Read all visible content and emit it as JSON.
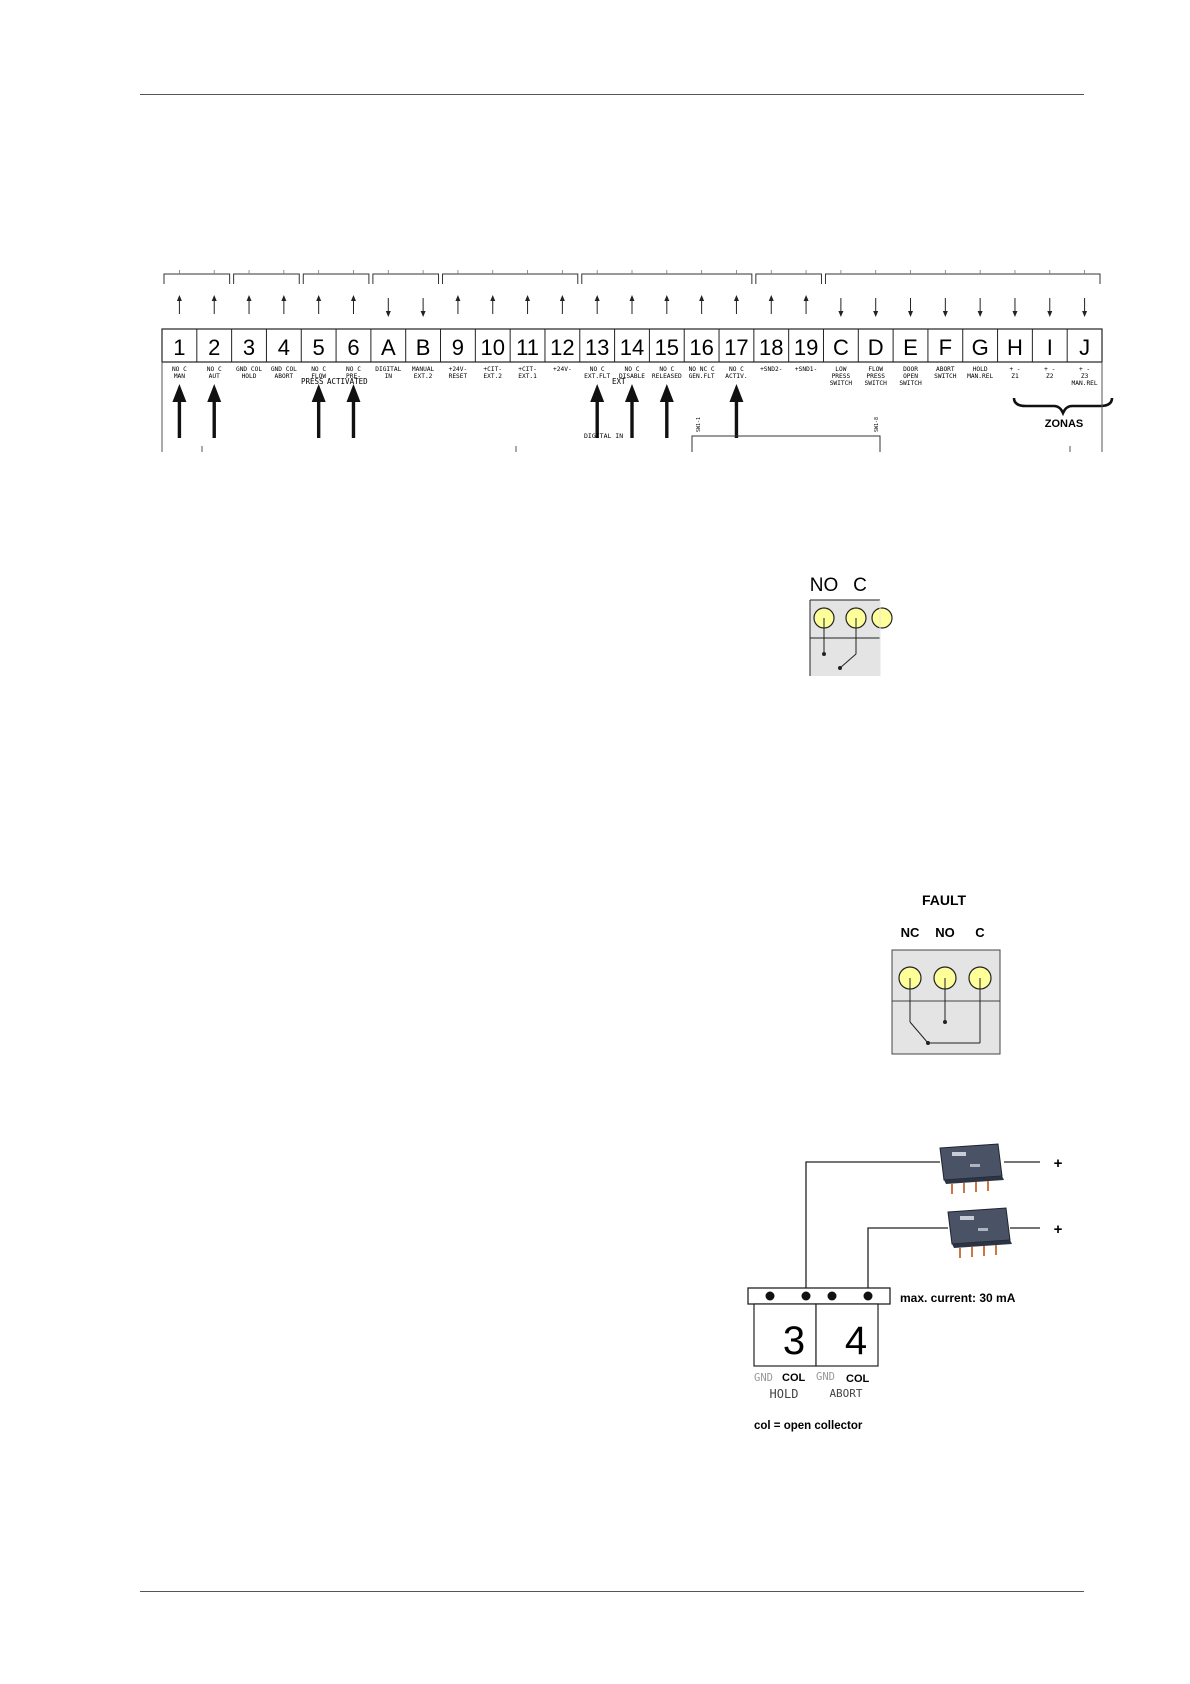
{
  "terminal_strip": {
    "terminals": [
      {
        "id": "1",
        "dir": "in",
        "label": [
          "NO C",
          "MAN"
        ]
      },
      {
        "id": "2",
        "dir": "in",
        "label": [
          "NO C",
          "AUT"
        ]
      },
      {
        "id": "3",
        "dir": "in",
        "label": [
          "GND COL",
          "HOLD"
        ]
      },
      {
        "id": "4",
        "dir": "in",
        "label": [
          "GND COL",
          "ABORT"
        ]
      },
      {
        "id": "5",
        "dir": "in",
        "label": [
          "NO C",
          "FLOW"
        ]
      },
      {
        "id": "6",
        "dir": "in",
        "label": [
          "NO C",
          "PRE-"
        ]
      },
      {
        "id": "A",
        "dir": "out",
        "label": [
          "DIGITAL",
          "IN"
        ]
      },
      {
        "id": "B",
        "dir": "out",
        "label": [
          "MANUAL",
          "EXT.2"
        ]
      },
      {
        "id": "9",
        "dir": "in",
        "label": [
          "+24V-",
          "RESET"
        ]
      },
      {
        "id": "10",
        "dir": "in",
        "label": [
          "+CIT-",
          "EXT.2"
        ]
      },
      {
        "id": "11",
        "dir": "in",
        "label": [
          "+CIT-",
          "EXT.1"
        ]
      },
      {
        "id": "12",
        "dir": "in",
        "label": [
          "+24V-",
          ""
        ]
      },
      {
        "id": "13",
        "dir": "in",
        "label": [
          "NO C",
          "EXT.FLT"
        ]
      },
      {
        "id": "14",
        "dir": "in",
        "label": [
          "NO C",
          "DISABLE"
        ]
      },
      {
        "id": "15",
        "dir": "in",
        "label": [
          "NO C",
          "RELEASED"
        ]
      },
      {
        "id": "16",
        "dir": "in",
        "label": [
          "NO NC C",
          "GEN.FLT"
        ]
      },
      {
        "id": "17",
        "dir": "in",
        "label": [
          "NO C",
          "ACTIV."
        ]
      },
      {
        "id": "18",
        "dir": "in",
        "label": [
          "+SND2-",
          ""
        ]
      },
      {
        "id": "19",
        "dir": "in",
        "label": [
          "+SND1-",
          ""
        ]
      },
      {
        "id": "C",
        "dir": "out",
        "label": [
          "LOW",
          "PRESS",
          "SWITCH"
        ]
      },
      {
        "id": "D",
        "dir": "out",
        "label": [
          "FLOW",
          "PRESS",
          "SWITCH"
        ]
      },
      {
        "id": "E",
        "dir": "out",
        "label": [
          "DOOR",
          "OPEN",
          "SWITCH"
        ]
      },
      {
        "id": "F",
        "dir": "out",
        "label": [
          "ABORT",
          "SWITCH"
        ]
      },
      {
        "id": "G",
        "dir": "out",
        "label": [
          "HOLD",
          "MAN.REL"
        ]
      },
      {
        "id": "H",
        "dir": "out",
        "label": [
          "+  -",
          "Z1"
        ]
      },
      {
        "id": "I",
        "dir": "out",
        "label": [
          "+  -",
          "Z2"
        ]
      },
      {
        "id": "J",
        "dir": "out",
        "label": [
          "+  -",
          "Z3",
          "MAN.REL"
        ]
      }
    ],
    "press_label": "PRESS",
    "activated_label": "ACTIVATED",
    "ext_label": "EXT",
    "digital_in_label": "DIGITAL IN",
    "zonas_label": "ZONAS",
    "sw1_label": "SW1-1",
    "sw2_label": "SW1-8"
  },
  "relay_small": {
    "label_no": "NO",
    "label_c": "C"
  },
  "relay_fault": {
    "title": "FAULT",
    "label_nc": "NC",
    "label_no": "NO",
    "label_c": "C"
  },
  "open_collector": {
    "plus_top": "+",
    "plus_bottom": "+",
    "max_current": "max. current: 30 mA",
    "term_3": "3",
    "term_4": "4",
    "gnd_3": "GND",
    "col_3": "COL",
    "gnd_4": "GND",
    "col_4": "COL",
    "name_3": "HOLD",
    "name_4": "ABORT",
    "footnote": "col = open collector"
  },
  "colors": {
    "led": "#ffff99",
    "panel": "#e4e4e4",
    "line": "#222222"
  }
}
